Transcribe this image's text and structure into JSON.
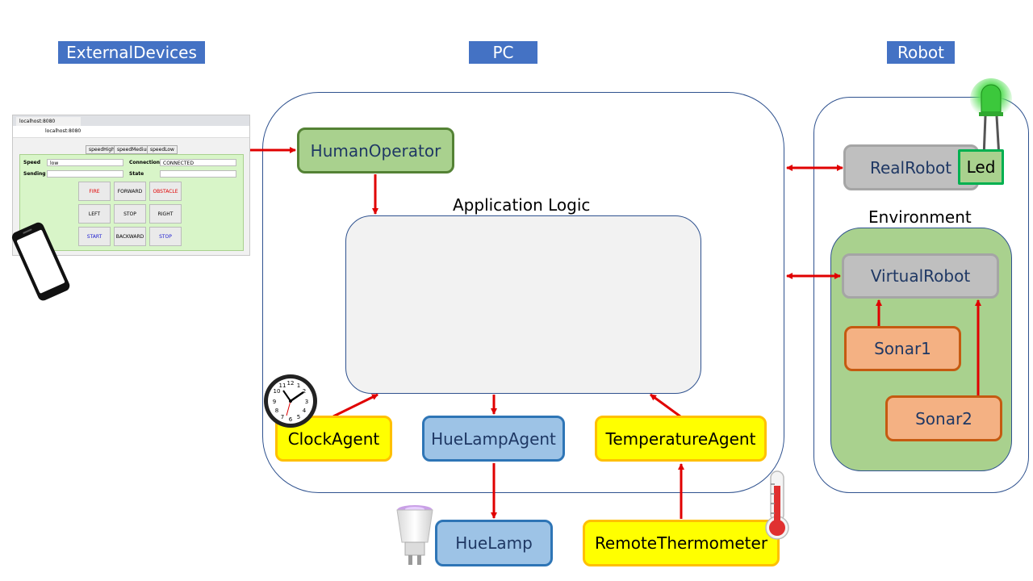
{
  "headers": {
    "external": "ExternalDevices",
    "pc": "PC",
    "robot": "Robot"
  },
  "labels": {
    "application_logic": "Application Logic",
    "environment": "Environment"
  },
  "nodes": {
    "human_operator": "HumanOperator",
    "clock_agent": "ClockAgent",
    "hue_lamp_agent": "HueLampAgent",
    "temperature_agent": "TemperatureAgent",
    "hue_lamp": "HueLamp",
    "remote_thermometer": "RemoteThermometer",
    "real_robot": "RealRobot",
    "led": "Led",
    "virtual_robot": "VirtualRobot",
    "sonar1": "Sonar1",
    "sonar2": "Sonar2"
  },
  "browser": {
    "tab": "localhost:8080",
    "address": "localhost:8080",
    "speed_buttons": [
      "speedHigh",
      "speedMedium",
      "speedLow"
    ],
    "speed_label": "Speed",
    "speed_value": "low",
    "connection_label": "Connection",
    "connection_value": "CONNECTED",
    "sending_label": "Sending",
    "state_label": "State",
    "controls": [
      "FIRE",
      "FORWARD",
      "OBSTACLE",
      "LEFT",
      "STOP",
      "RIGHT",
      "START",
      "BACKWARD",
      "STOP"
    ]
  },
  "colors": {
    "header_bg": "#4472c4",
    "arrow": "#e00000",
    "region_border": "#2f528f"
  }
}
